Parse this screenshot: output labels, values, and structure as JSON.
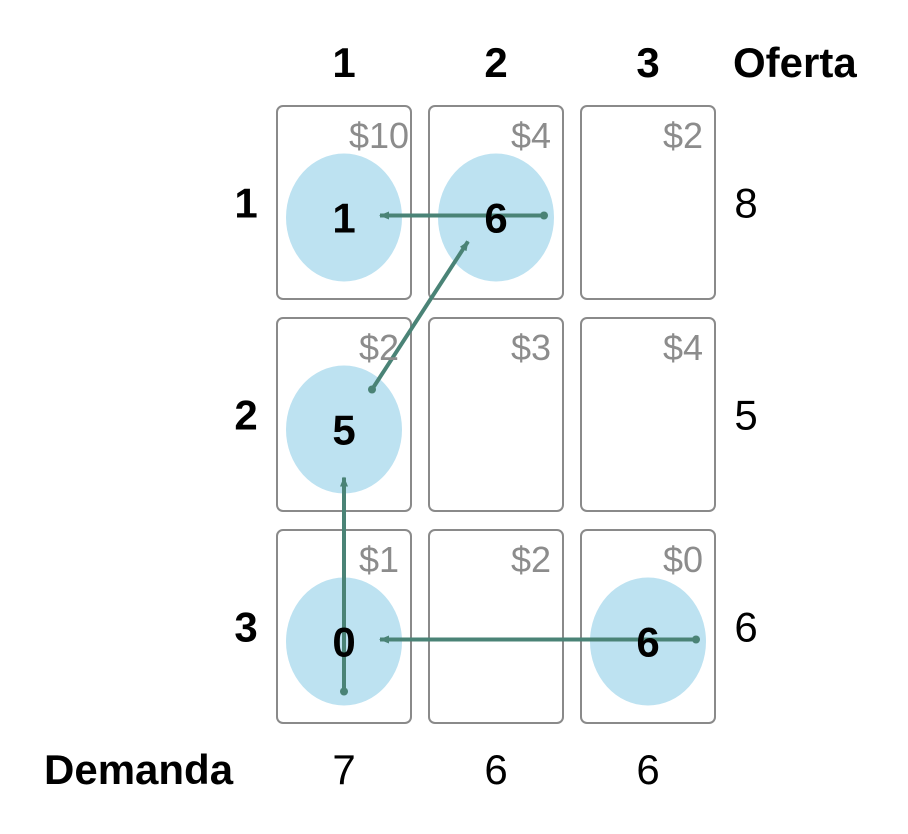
{
  "col_headers": [
    "1",
    "2",
    "3"
  ],
  "supply_header": "Oferta",
  "row_headers": [
    "1",
    "2",
    "3"
  ],
  "demand_header": "Demanda",
  "supply": [
    "8",
    "5",
    "6"
  ],
  "demand": [
    "7",
    "6",
    "6"
  ],
  "costs": [
    [
      "$10",
      "$4",
      "$2"
    ],
    [
      "$2",
      "$3",
      "$4"
    ],
    [
      "$1",
      "$2",
      "$0"
    ]
  ],
  "allocations": [
    [
      "1",
      "6",
      ""
    ],
    [
      "5",
      "",
      ""
    ],
    [
      "0",
      "",
      "6"
    ]
  ],
  "colors": {
    "bubble": "#bde2f1",
    "arrow": "#4a8376",
    "cost_text": "#8c8c8c",
    "cell_border": "#8a8a8a"
  },
  "cycle_arrows": [
    {
      "from": [
        1,
        2
      ],
      "to": [
        1,
        1
      ]
    },
    {
      "from": [
        2,
        1
      ],
      "to": [
        1,
        2
      ]
    },
    {
      "from": [
        3,
        1
      ],
      "to": [
        2,
        1
      ]
    },
    {
      "from": [
        3,
        3
      ],
      "to": [
        3,
        1
      ]
    }
  ]
}
